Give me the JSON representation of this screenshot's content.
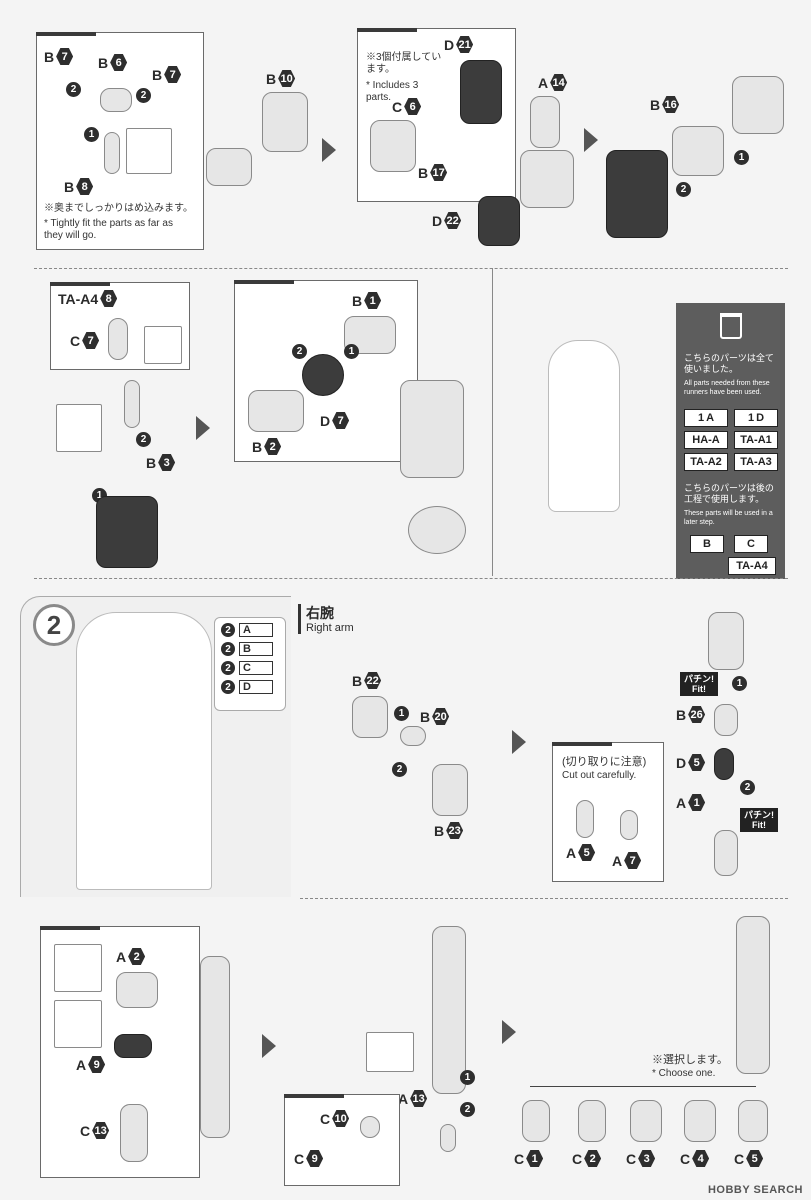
{
  "top_row": {
    "panel_a": {
      "labels": [
        [
          "B",
          "7"
        ],
        [
          "B",
          "6"
        ],
        [
          "B",
          "7"
        ],
        [
          "B",
          "8"
        ]
      ],
      "arrows": [
        "2",
        "2",
        "1"
      ],
      "note_jp": "※奥までしっかりはめ込みます。",
      "note_en": "* Tightly fit the parts as far as they will go."
    },
    "b10": [
      "B",
      "10"
    ],
    "panel_b": {
      "note_jp": "※3個付属しています。",
      "note_en": "* Includes 3 parts.",
      "labels": [
        [
          "D",
          "21"
        ],
        [
          "C",
          "6"
        ],
        [
          "B",
          "17"
        ]
      ]
    },
    "a14": [
      "A",
      "14"
    ],
    "d22": [
      "D",
      "22"
    ],
    "b16": [
      "B",
      "16"
    ]
  },
  "middle_row": {
    "panel_c": {
      "labels": [
        [
          "TA-A4",
          "8"
        ],
        [
          "C",
          "7"
        ]
      ]
    },
    "b3": [
      "B",
      "3"
    ],
    "panel_d": {
      "labels": [
        [
          "B",
          "1"
        ],
        [
          "D",
          "7"
        ],
        [
          "B",
          "2"
        ]
      ]
    }
  },
  "side_panel": {
    "trash_icon": "trash-icon",
    "used_jp": "こちらのパーツは全て使いました。",
    "used_en": "All parts needed from these runners have been used.",
    "used_runners": [
      "A",
      "D",
      "HA-A",
      "TA-A1",
      "TA-A2",
      "TA-A3"
    ],
    "used_runner_nums": [
      "1",
      "1"
    ],
    "later_jp": "こちらのパーツは後の工程で使用します。",
    "later_en": "These parts will be used in a later step.",
    "later_runners": [
      "B",
      "C",
      "TA-A4"
    ]
  },
  "step2": {
    "number": "2",
    "runners": [
      [
        "2",
        "A"
      ],
      [
        "2",
        "B"
      ],
      [
        "2",
        "C"
      ],
      [
        "2",
        "D"
      ]
    ],
    "title_jp": "右腕",
    "title_en": "Right arm",
    "labels": [
      [
        "B",
        "22"
      ],
      [
        "B",
        "20"
      ],
      [
        "B",
        "23"
      ]
    ],
    "cut_jp": "(切り取りに注意)",
    "cut_en": "Cut out carefully.",
    "cut_labels": [
      [
        "A",
        "5"
      ],
      [
        "A",
        "7"
      ]
    ],
    "fit_jp": "パチン!",
    "fit_en": "Fit!",
    "right_labels": [
      [
        "B",
        "26"
      ],
      [
        "D",
        "5"
      ],
      [
        "A",
        "1"
      ]
    ]
  },
  "bottom_row": {
    "labels": [
      [
        "A",
        "2"
      ],
      [
        "A",
        "9"
      ],
      [
        "C",
        "13"
      ],
      [
        "C",
        "10"
      ],
      [
        "C",
        "9"
      ],
      [
        "A",
        "13"
      ]
    ],
    "choose_jp": "※選択します。",
    "choose_en": "* Choose one.",
    "hands": [
      [
        "C",
        "1"
      ],
      [
        "C",
        "2"
      ],
      [
        "C",
        "3"
      ],
      [
        "C",
        "4"
      ],
      [
        "C",
        "5"
      ]
    ]
  },
  "watermark": "HOBBY SEARCH"
}
